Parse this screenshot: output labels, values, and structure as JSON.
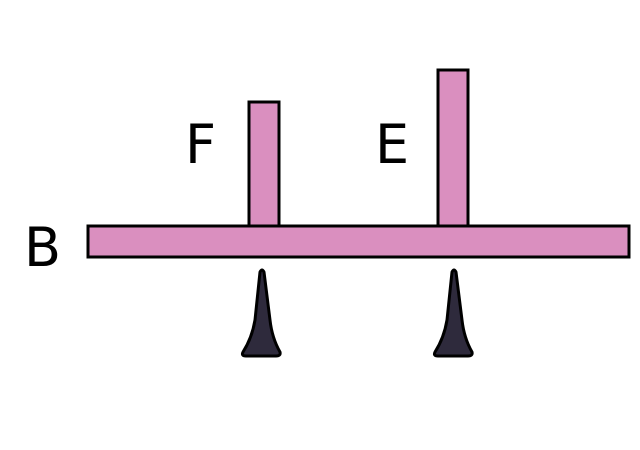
{
  "labels": {
    "base": "B",
    "post_left": "F",
    "post_right": "E"
  },
  "colors": {
    "beam_fill": "#DA8FBF",
    "outline": "#000000",
    "support_fill": "#2E2A3C",
    "text": "#000000",
    "background": "#FFFFFF"
  },
  "shapes": {
    "support_icon": "triangle-support-icon"
  }
}
